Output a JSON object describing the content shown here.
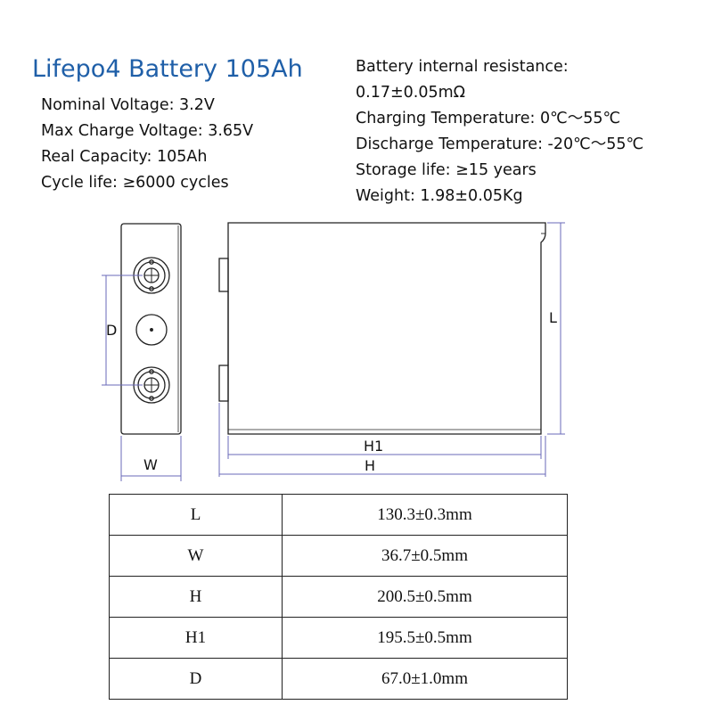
{
  "title": "Lifepo4 Battery 105Ah",
  "specs_left": [
    "Nominal Voltage: 3.2V",
    "Max Charge Voltage: 3.65V",
    "Real Capacity: 105Ah",
    "Cycle life: ≥6000 cycles"
  ],
  "specs_right": [
    "Battery internal resistance:",
    "0.17±0.05mΩ",
    "Charging Temperature: 0℃〜55℃",
    "Discharge Temperature: -20℃〜55℃",
    "Storage life: ≥15 years",
    "Weight: 1.98±0.05Kg"
  ],
  "diagram": {
    "label_d": "D",
    "label_w": "W",
    "label_l": "L",
    "label_h1": "H1",
    "label_h": "H"
  },
  "colors": {
    "title": "#1f5fa8",
    "dimension_lines": "#6a6ab8"
  },
  "dimensions": [
    {
      "key": "L",
      "value": "130.3±0.3mm"
    },
    {
      "key": "W",
      "value": "36.7±0.5mm"
    },
    {
      "key": "H",
      "value": "200.5±0.5mm"
    },
    {
      "key": "H1",
      "value": "195.5±0.5mm"
    },
    {
      "key": "D",
      "value": "67.0±1.0mm"
    }
  ]
}
